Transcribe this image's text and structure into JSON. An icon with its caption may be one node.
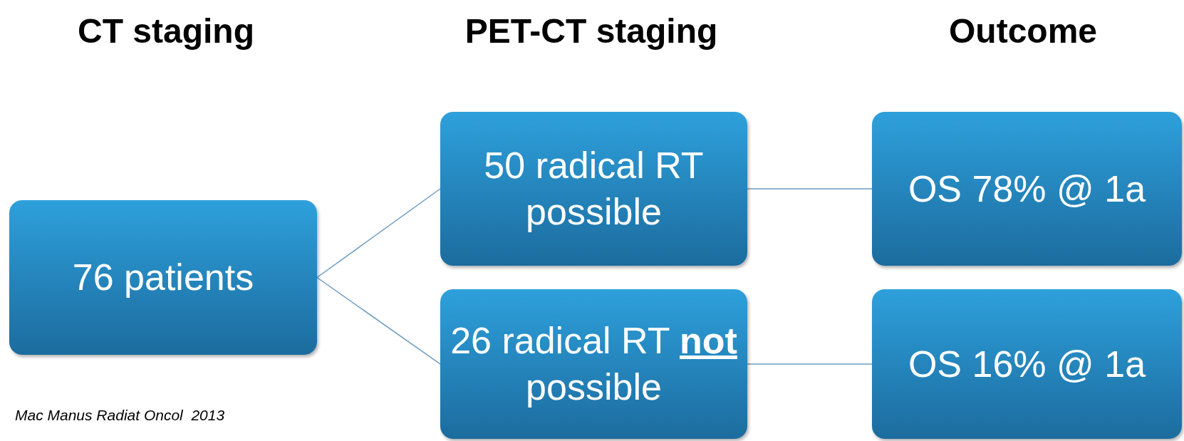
{
  "diagram": {
    "nodes": [
      {
        "text": [
          "76 patients"
        ]
      },
      {
        "text": [
          "50 radical RT possible"
        ]
      },
      {
        "text": [
          "26 radical RT **not** possible"
        ]
      },
      {
        "text": [
          "OS 78% @ 1a"
        ]
      },
      {
        "text": [
          "OS 16% @ 1a"
        ]
      }
    ],
    "edges": [
      {
        "from": 0,
        "to": 1,
        "arrow": "none"
      },
      {
        "from": 0,
        "to": 2,
        "arrow": "none"
      },
      {
        "from": 1,
        "to": 3,
        "arrow": "none"
      },
      {
        "from": 2,
        "to": 4,
        "arrow": "none"
      }
    ],
    "labels": [
      "CT staging",
      "PET-CT staging",
      "Outcome",
      "Mac Manus Radiat Oncol  2013"
    ]
  }
}
